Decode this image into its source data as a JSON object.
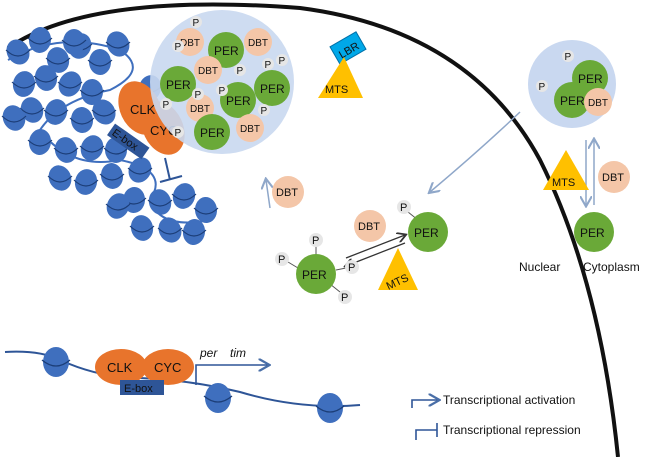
{
  "labels": {
    "per": "PER",
    "dbt": "DBT",
    "p": "P",
    "clk": "CLK",
    "cyc": "CYC",
    "ebox": "E-box",
    "lbr": "LBR",
    "mts": "MTS",
    "nuclear": "Nuclear",
    "cytoplasm": "Cytoplasm",
    "gene_per": "per",
    "gene_tim": "tim"
  },
  "legend": {
    "activation": "Transcriptional activation",
    "repression": "Transcriptional repression"
  },
  "colors": {
    "per": "#6aa938",
    "dbt": "#f4c6a8",
    "phospho": "#e6e6e6",
    "clk_cyc": "#e8742c",
    "ebox": "#2e5597",
    "lbr": "#00a8e8",
    "mts": "#ffc000",
    "nucleosome": "#3f6fbe",
    "condensate": "#c9d8f0",
    "arrow": "#8fa7c9",
    "membrane": "#111111"
  },
  "icons": {
    "activation": "arrow-activation-icon",
    "repression": "bar-repression-icon"
  }
}
